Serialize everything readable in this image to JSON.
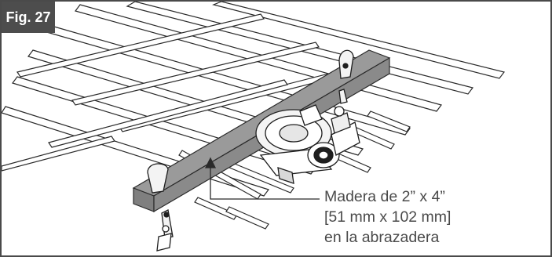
{
  "figure": {
    "label": "Fig. 27",
    "callout": {
      "line1": "Madera de 2” x 4”",
      "line2": "[51 mm x 102 mm]",
      "line3": "en la abrazadera"
    }
  },
  "colors": {
    "fig_tag_background": "#4d4d4d",
    "board_top": "#9a9a9a",
    "board_front": "#8a8a8a",
    "frame_border": "#4a4a4a"
  }
}
